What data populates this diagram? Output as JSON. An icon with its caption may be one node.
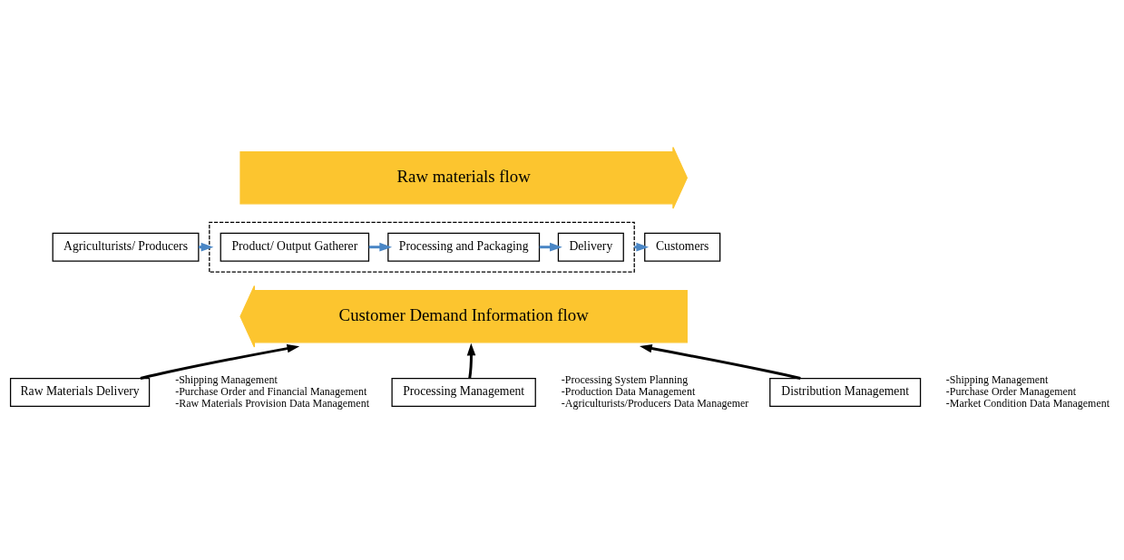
{
  "diagram": {
    "nodes": [
      {
        "text": [
          "Agriculturists/ Producers"
        ]
      },
      {
        "text": [],
        "shape": "box"
      },
      {
        "text": [
          "Product/ Output Gatherer"
        ],
        "in": 1
      },
      {
        "text": [
          "Processing and Packaging"
        ],
        "in": 1
      },
      {
        "text": [
          "Delivery"
        ],
        "in": 1
      },
      {
        "text": [
          "Customers"
        ]
      },
      {
        "text": [
          "Raw materials flow"
        ]
      },
      {
        "text": [
          "Customer Demand Information flow"
        ]
      },
      {
        "text": [
          "Raw Materials Delivery"
        ],
        "beside": [
          "-Shipping Management",
          "-Purchase Order and Financial Management",
          "-Raw Materials Provision Data Management"
        ]
      },
      {
        "text": [
          "Processing Management"
        ],
        "beside": [
          "-Processing System Planning",
          "-Production Data Management",
          "-Agriculturists/Producers Data Managemer"
        ]
      },
      {
        "text": [
          "Distribution Management"
        ],
        "beside": [
          "-Shipping Management",
          "-Purchase Order Management",
          "-Market Condition Data Management"
        ]
      }
    ],
    "edges": [
      {
        "from": 0,
        "to": 1,
        "arrow": "to"
      },
      {
        "from": 2,
        "to": 3,
        "arrow": "to"
      },
      {
        "from": 3,
        "to": 4,
        "arrow": "to"
      },
      {
        "from": 1,
        "to": 5,
        "arrow": "to"
      },
      {
        "from": 8,
        "to": 7,
        "arrow": "to",
        "color": "#000000"
      },
      {
        "from": 9,
        "to": 7,
        "arrow": "to",
        "color": "#000000"
      },
      {
        "from": 10,
        "to": 7,
        "arrow": "to",
        "color": "#000000"
      }
    ]
  }
}
